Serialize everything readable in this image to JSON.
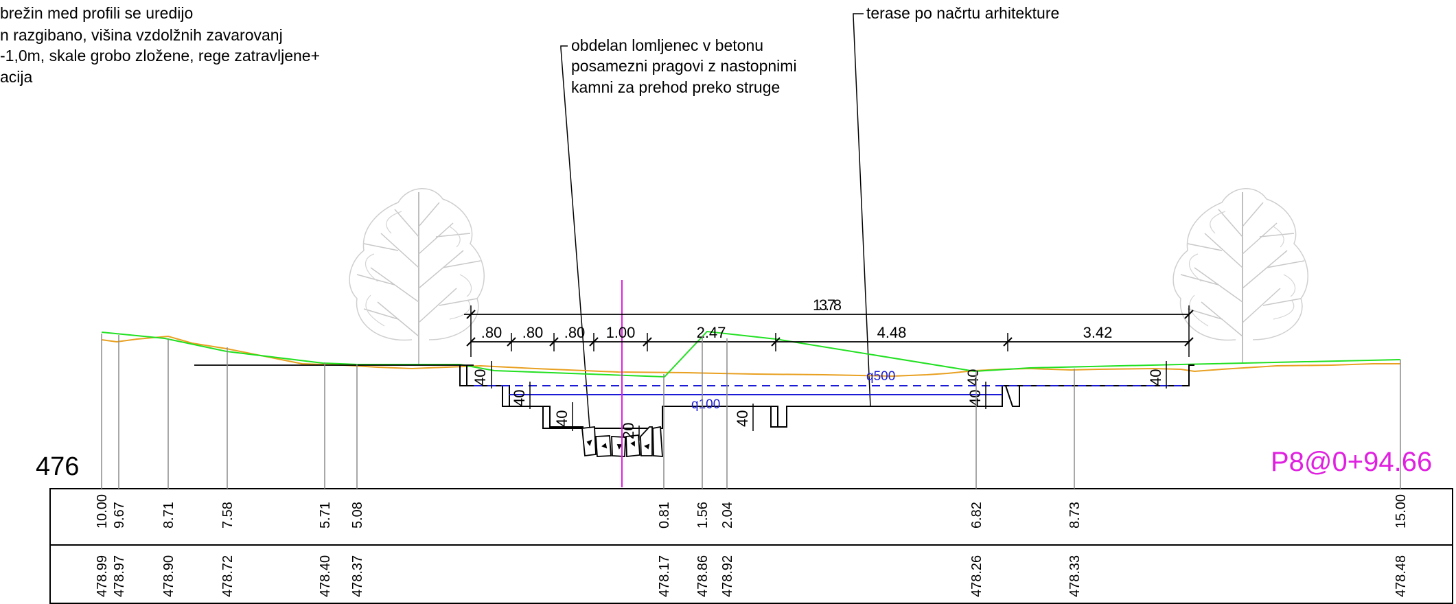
{
  "notes": {
    "left": [
      "brežin med profili se uredijo",
      "n razgibano, višina  vzdolžnih zavarovanj",
      "-1,0m, skale grobo zložene, rege zatravljene+",
      "acija"
    ],
    "middle": [
      "obdelan lomljenec v betonu",
      "posamezni pragovi z nastopnimi",
      "kamni za prehod preko struge"
    ],
    "right": "terase po načrtu arhitekture"
  },
  "datum_label": "476",
  "profile_label": "P8@0+94.66",
  "water_levels": {
    "q500": "q500",
    "q100": "q100"
  },
  "overall_dimension": "13.78",
  "segment_dimensions": [
    ".80",
    ".80",
    ".80",
    "1.00",
    "2.47",
    "4.48",
    "3.42"
  ],
  "step_height_labels": [
    "40",
    "40",
    "40",
    "40",
    "40",
    "40",
    "40",
    "20"
  ],
  "table": {
    "distances": [
      "10.00",
      "9.67",
      "8.71",
      "7.58",
      "5.71",
      "5.08",
      "0.81",
      "1.56",
      "2.04",
      "6.82",
      "8.73",
      "15.00"
    ],
    "elevations": [
      "478.99",
      "478.97",
      "478.90",
      "478.72",
      "478.40",
      "478.37",
      "478.17",
      "478.86",
      "478.92",
      "478.26",
      "478.33",
      "478.48"
    ]
  },
  "colors": {
    "terrain_existing": "#e8a020",
    "terrain_design": "#22e022",
    "water": "#1b1bd6",
    "axis": "#e020e0",
    "profile_label": "#e020e0",
    "tree": "#c8c8c8"
  }
}
